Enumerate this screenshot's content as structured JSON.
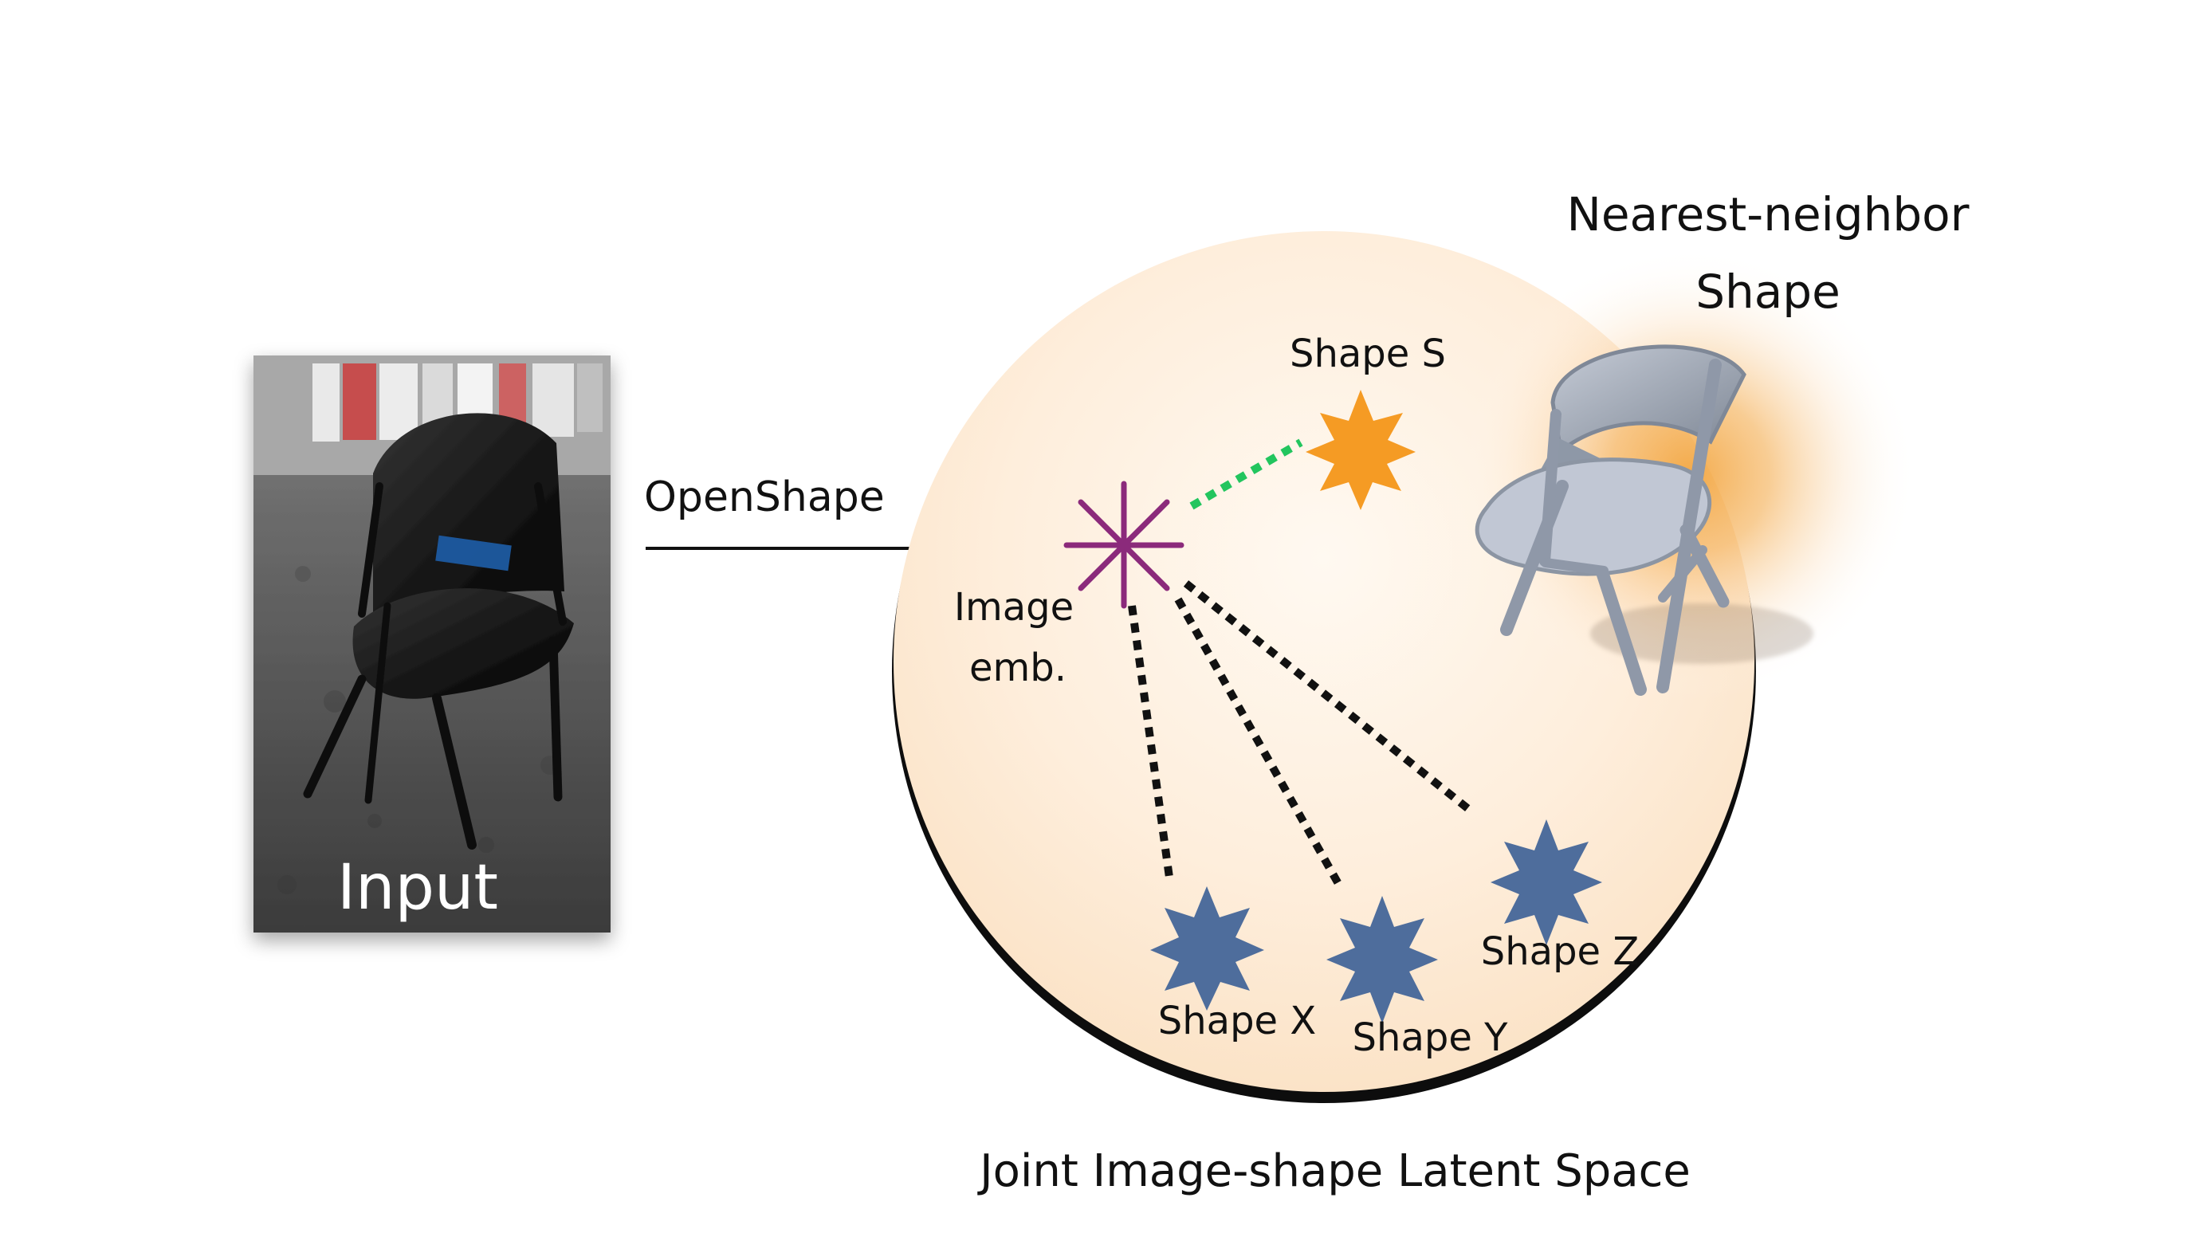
{
  "labels": {
    "input": "Input",
    "method": "OpenShape",
    "image_emb_line1": "Image",
    "image_emb_line2": "emb.",
    "nearest_line1": "Nearest-neighbor",
    "nearest_line2": "Shape",
    "shape_s": "Shape S",
    "shape_x": "Shape X",
    "shape_y": "Shape Y",
    "shape_z": "Shape Z",
    "latent_space": "Joint Image-shape Latent Space"
  },
  "colors": {
    "image_embedding": "#8b2a7b",
    "nearest_shape_star": "#f59b24",
    "other_shape_stars": "#4e6d9c",
    "nearest_link": "#22c55e",
    "other_links": "#111111",
    "latent_fill": "#fde9d2",
    "glow": "#f2a33a"
  },
  "icons": {
    "input_photo": "chair-photo",
    "retrieved_shape": "folding-chair-3d"
  }
}
